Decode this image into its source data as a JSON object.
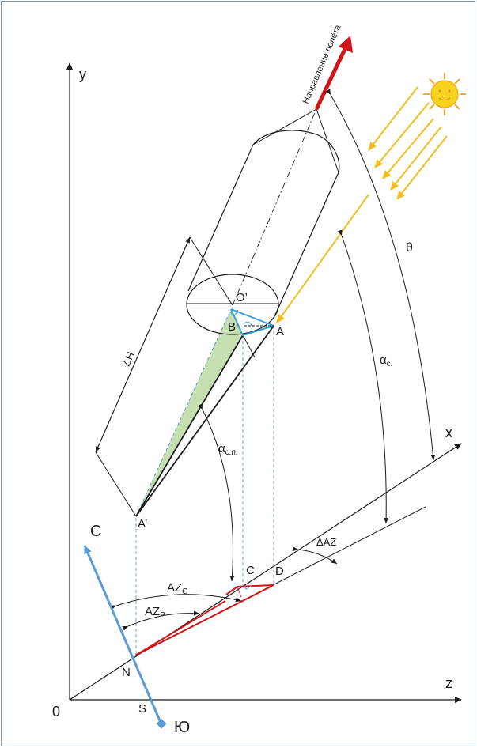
{
  "labels": {
    "y_axis": "y",
    "x_axis": "x",
    "z_axis": "z",
    "origin": "0",
    "point_O_prime": "O’",
    "point_A": "A",
    "point_B": "B",
    "point_A_prime": "A’",
    "point_C": "C",
    "point_D": "D",
    "point_N": "N",
    "point_S": "S",
    "north": "С",
    "south": "Ю",
    "flight_direction": "Направление полёта",
    "delta_h": "ΔH",
    "theta": "θ",
    "alpha_c_main": "α",
    "alpha_c_main_sub": "с.",
    "alpha_cp_main": "α",
    "alpha_cp_sub": "с.п.",
    "delta_az": "ΔAZ",
    "az_c_main": "AZ",
    "az_c_sub": "C",
    "az_p_main": "AZ",
    "az_p_sub": "P"
  },
  "colors": {
    "axis": "#1a1a1a",
    "flight_arrow": "#d0161a",
    "sun_rays": "#f2bd1e",
    "sun": "#f7d21e",
    "compass": "#5b9bd5",
    "shadow_fill": "#c5dfb0",
    "projection_lines": "#5b9bd5",
    "az_lines": "#d0161a",
    "triangle": "#3aa0d8"
  }
}
